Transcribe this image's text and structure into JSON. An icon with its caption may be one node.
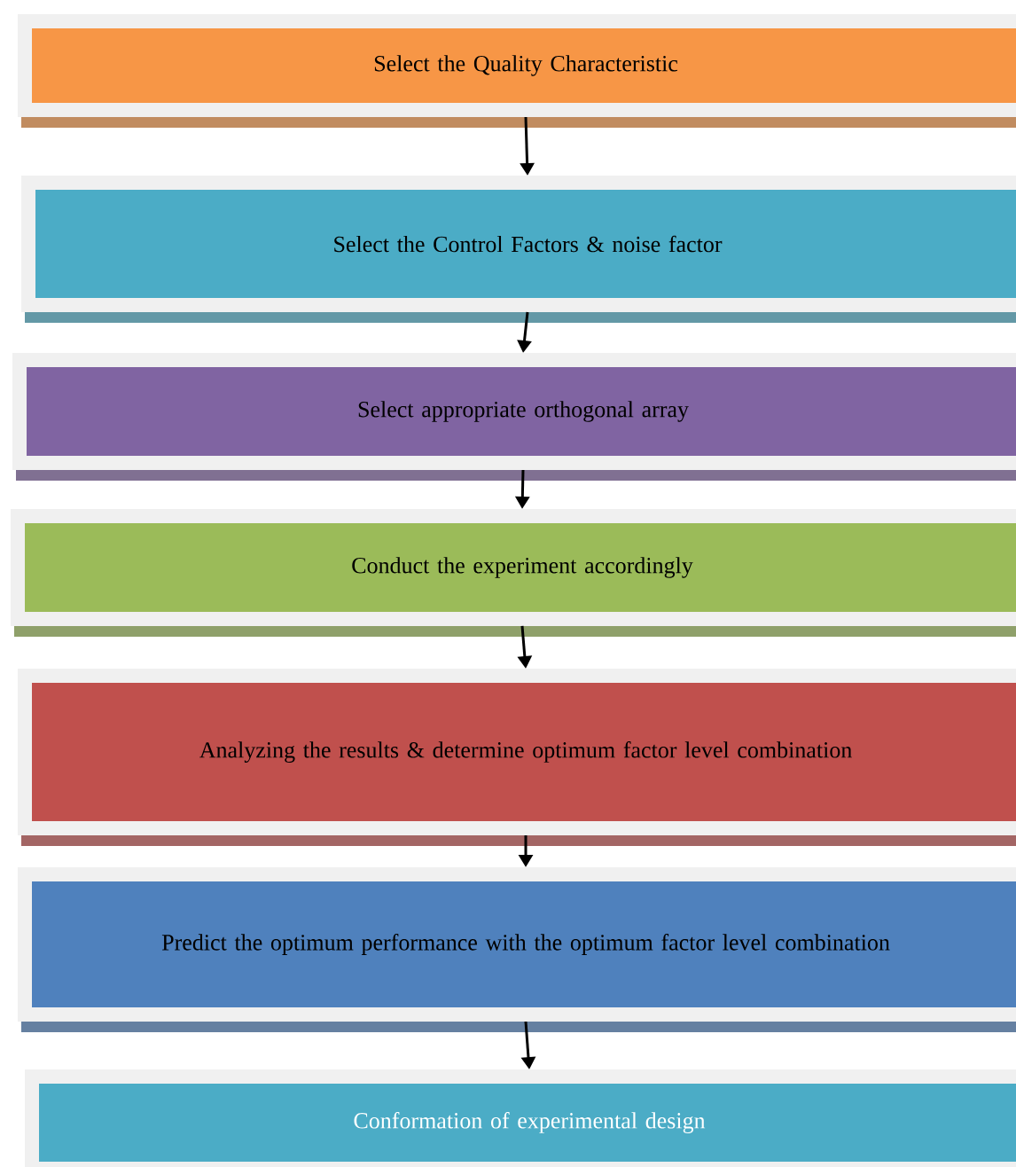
{
  "diagram": {
    "nodes": [
      {
        "text": [
          "Select the Quality Characteristic"
        ]
      },
      {
        "text": [
          "Select the Control Factors & noise factor"
        ]
      },
      {
        "text": [
          "Select appropriate orthogonal array"
        ]
      },
      {
        "text": [
          "Conduct the experiment accordingly"
        ]
      },
      {
        "text": [
          "Analyzing the results & determine optimum factor level combination"
        ]
      },
      {
        "text": [
          "Predict the optimum performance with the optimum factor level combination"
        ]
      },
      {
        "text": [
          "Conformation of experimental design"
        ]
      }
    ],
    "edges": [
      {
        "from": 0,
        "to": 1,
        "arrow": "to"
      },
      {
        "from": 1,
        "to": 2,
        "arrow": "to"
      },
      {
        "from": 2,
        "to": 3,
        "arrow": "to"
      },
      {
        "from": 3,
        "to": 4,
        "arrow": "to"
      },
      {
        "from": 4,
        "to": 5,
        "arrow": "to"
      },
      {
        "from": 5,
        "to": 6,
        "arrow": "to"
      }
    ]
  }
}
